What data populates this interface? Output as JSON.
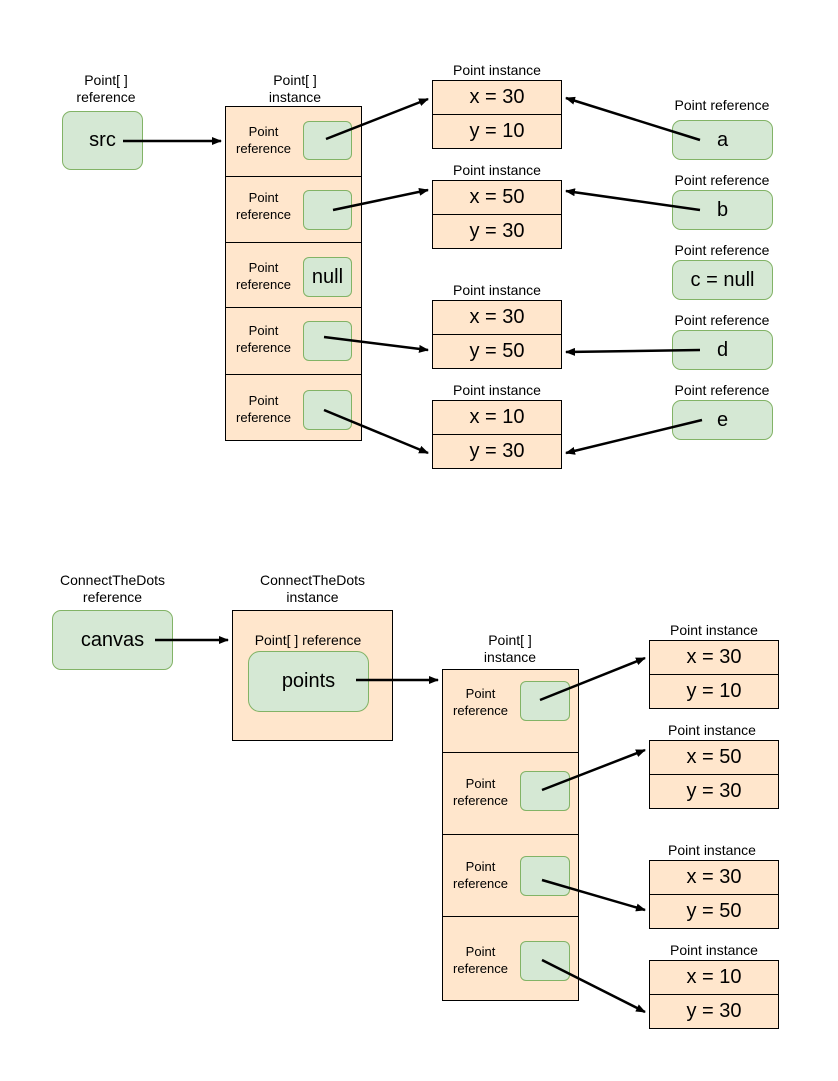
{
  "top": {
    "src_label": "Point[ ]\nreference",
    "src_value": "src",
    "array_label": "Point[ ]\ninstance",
    "slot_label": "Point\nreference",
    "null_value": "null",
    "instance_label": "Point instance",
    "ref_label": "Point reference",
    "instances": [
      {
        "x": "x = 30",
        "y": "y = 10"
      },
      {
        "x": "x = 50",
        "y": "y = 30"
      },
      {
        "x": "x = 30",
        "y": "y = 50"
      },
      {
        "x": "x = 10",
        "y": "y = 30"
      }
    ],
    "refs": [
      "a",
      "b",
      "c = null",
      "d",
      "e"
    ]
  },
  "bottom": {
    "canvas_label": "ConnectTheDots\nreference",
    "canvas_value": "canvas",
    "ctd_label": "ConnectTheDots\ninstance",
    "points_ref_label": "Point[ ] reference",
    "points_value": "points",
    "array_label": "Point[ ]\ninstance",
    "slot_label": "Point\nreference",
    "instance_label": "Point instance",
    "instances": [
      {
        "x": "x = 30",
        "y": "y = 10"
      },
      {
        "x": "x = 50",
        "y": "y = 30"
      },
      {
        "x": "x = 30",
        "y": "y = 50"
      },
      {
        "x": "x = 10",
        "y": "y = 30"
      }
    ]
  }
}
